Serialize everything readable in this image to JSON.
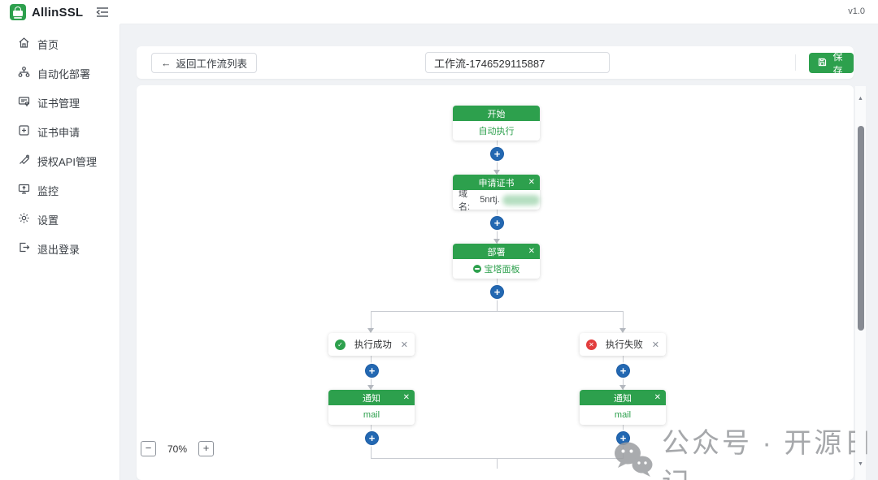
{
  "app": {
    "name": "AllinSSL",
    "version": "v1.0"
  },
  "sidebar": {
    "items": [
      {
        "id": "home",
        "label": "首页"
      },
      {
        "id": "auto-deploy",
        "label": "自动化部署"
      },
      {
        "id": "cert-manage",
        "label": "证书管理"
      },
      {
        "id": "cert-apply",
        "label": "证书申请"
      },
      {
        "id": "api-auth",
        "label": "授权API管理"
      },
      {
        "id": "monitor",
        "label": "监控"
      },
      {
        "id": "settings",
        "label": "设置"
      },
      {
        "id": "logout",
        "label": "退出登录"
      }
    ]
  },
  "toolbar": {
    "back_label": "返回工作流列表",
    "workflow_name": "工作流-1746529115887",
    "save_label": "保存"
  },
  "workflow": {
    "start": {
      "title": "开始",
      "body": "自动执行"
    },
    "apply": {
      "title": "申请证书",
      "field_label": "域名:",
      "field_value": "5nrtj."
    },
    "deploy": {
      "title": "部署",
      "provider": "宝塔面板"
    },
    "branch_success": {
      "label": "执行成功"
    },
    "branch_fail": {
      "label": "执行失败"
    },
    "notify_success": {
      "title": "通知",
      "body": "mail"
    },
    "notify_fail": {
      "title": "通知",
      "body": "mail"
    }
  },
  "controls": {
    "zoom_level": "70%"
  },
  "icons": {
    "back": "←",
    "close": "✕",
    "plus": "+",
    "minus": "−",
    "check": "✓",
    "cross": "✕",
    "scroll_up": "▲",
    "scroll_down": "▼"
  },
  "watermark": {
    "text": "公众号 · 开源日记"
  }
}
